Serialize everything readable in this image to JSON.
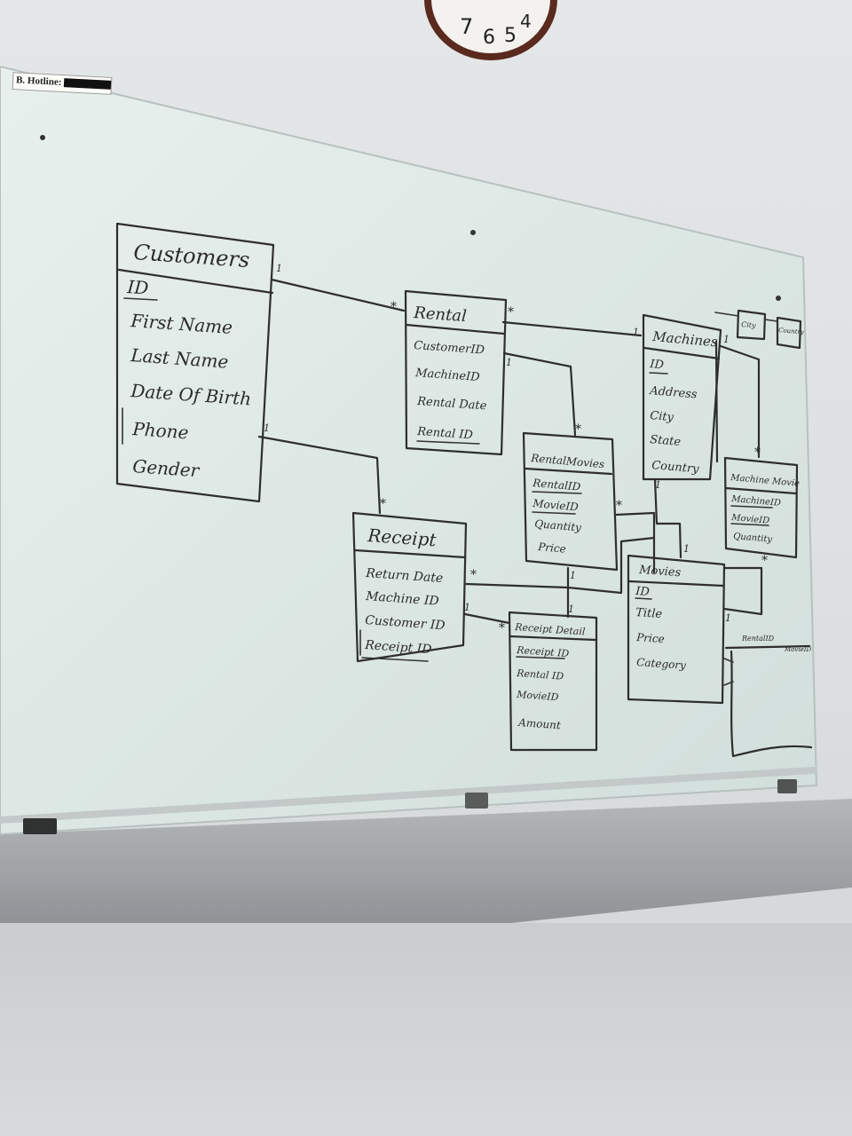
{
  "clock": {
    "numerals": [
      "7",
      "6",
      "5",
      "4"
    ]
  },
  "hotline_label": "B. Hotline:",
  "entities": {
    "customers": {
      "title": "Customers",
      "fields": [
        "ID",
        "First Name",
        "Last Name",
        "Date Of Birth",
        "Phone",
        "Gender"
      ]
    },
    "rental": {
      "title": "Rental",
      "fields": [
        "CustomerID",
        "MachineID",
        "Rental Date",
        "Rental ID"
      ]
    },
    "machines": {
      "title": "Machines",
      "fields": [
        "ID",
        "Address",
        "City",
        "State",
        "Country"
      ]
    },
    "city": {
      "title": "City"
    },
    "country": {
      "title": "Country"
    },
    "rental_movies": {
      "title": "RentalMovies",
      "fields": [
        "RentalID",
        "MovieID",
        "Quantity",
        "Price"
      ]
    },
    "machine_movie": {
      "title": "Machine Movie",
      "fields": [
        "MachineID",
        "MovieID",
        "Quantity"
      ]
    },
    "receipt": {
      "title": "Receipt",
      "fields": [
        "Return Date",
        "Machine ID",
        "Customer ID",
        "Receipt ID"
      ]
    },
    "receipt_detail": {
      "title": "Receipt Detail",
      "fields": [
        "Receipt ID",
        "Rental ID",
        "MovieID",
        "Amount"
      ]
    },
    "movies": {
      "title": "Movies",
      "fields": [
        "ID",
        "Title",
        "Price",
        "Category"
      ]
    },
    "extra": {
      "fields": [
        "RentalID",
        "MovieID"
      ]
    }
  },
  "multiplicities": {
    "one": "1",
    "many": "*"
  },
  "colors": {
    "ink": "#2e2e2e",
    "board": "#e3ece9",
    "frame": "#5a2a1e"
  }
}
